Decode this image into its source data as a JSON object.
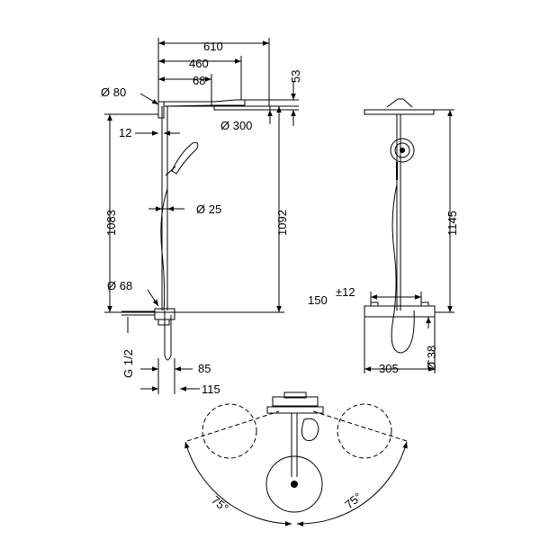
{
  "front_view": {
    "dims": {
      "width_total": "610",
      "arm_length": "460",
      "offset_68": "68",
      "height_53": "53",
      "dia_80": "Ø 80",
      "dia_300": "Ø 300",
      "wall_12": "12",
      "height_1083": "1083",
      "height_1092": "1092",
      "dia_25": "Ø 25",
      "dia_68": "Ø 68",
      "thread": "G 1/2",
      "offset_85": "85",
      "offset_115": "115"
    }
  },
  "side_view": {
    "dims": {
      "height_1145": "1145",
      "spacing_150": "150",
      "tolerance": "±12",
      "width_305": "305",
      "dia_38": "Ø 38"
    }
  },
  "top_view": {
    "dims": {
      "angle_left": "75°",
      "angle_right": "75°"
    }
  }
}
